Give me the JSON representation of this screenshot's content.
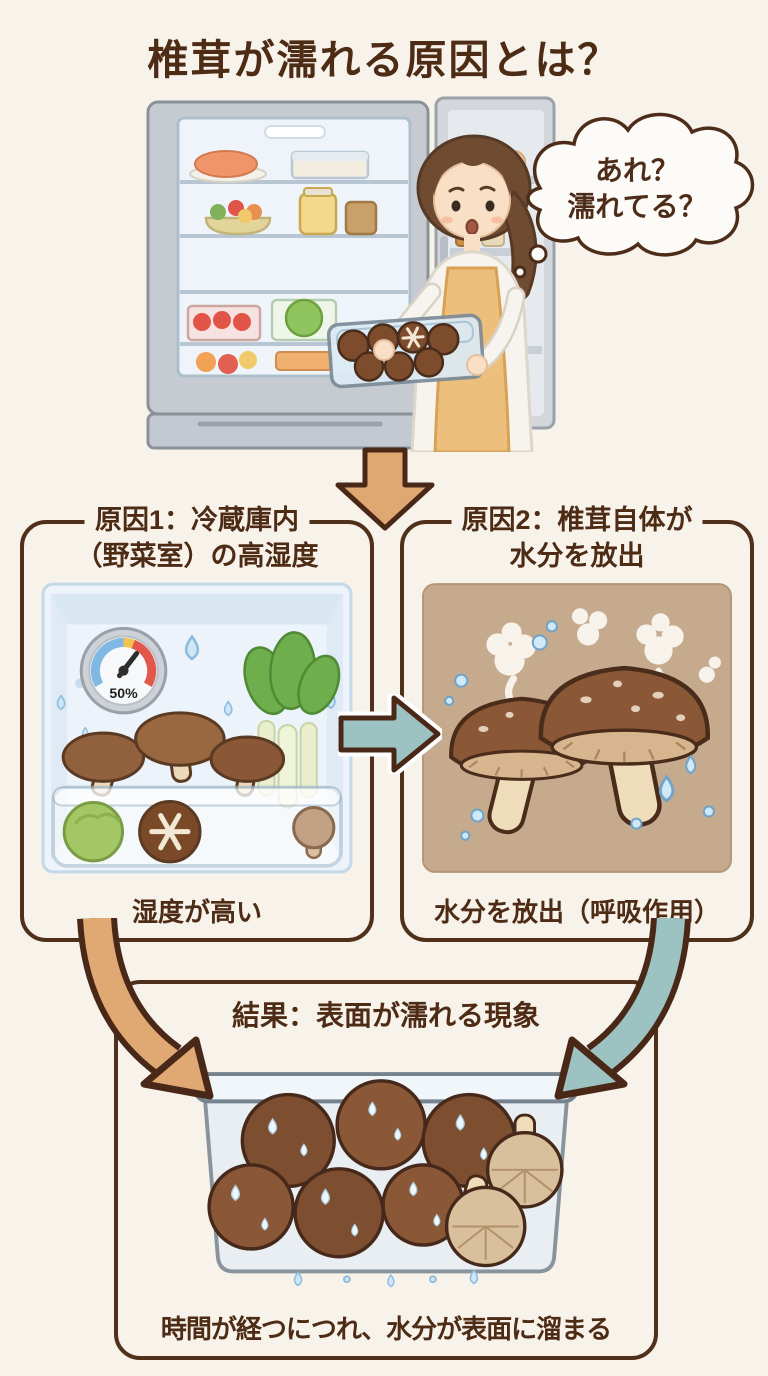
{
  "title": "椎茸が濡れる原因とは？",
  "scene": {
    "thought_bubble": {
      "line1": "あれ？",
      "line2": "濡れてる？"
    }
  },
  "cause1": {
    "heading_line1": "原因1：冷蔵庫内",
    "heading_line2": "（野菜室）の高湿度",
    "gauge_label": "50%",
    "caption": "湿度が高い"
  },
  "cause2": {
    "heading_line1": "原因2：椎茸自体が",
    "heading_line2": "水分を放出",
    "caption": "水分を放出（呼吸作用）"
  },
  "result": {
    "heading": "結果：表面が濡れる現象",
    "caption": "時間が経つにつれ、水分が表面に溜まる"
  },
  "colors": {
    "background": "#f7f2ea",
    "ink": "#4d2b15",
    "box_border": "#50301a",
    "tan_arrow": "#dfa873",
    "teal_arrow": "#9cc3c1"
  }
}
